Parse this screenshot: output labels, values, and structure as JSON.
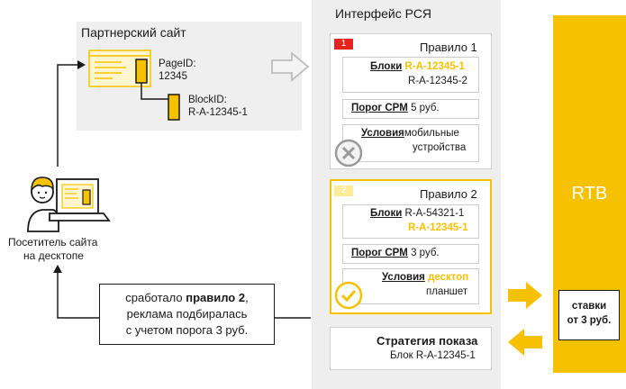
{
  "partner": {
    "title": "Партнерский сайт",
    "page_id_label": "PageID:",
    "page_id_value": "12345",
    "block_id_label": "BlockID:",
    "block_id_value": "R-A-12345-1"
  },
  "visitor": {
    "line1": "Посетитель сайта",
    "line2": "на десктопе"
  },
  "message": {
    "line1_pre": "сработало ",
    "line1_bold": "правило 2",
    "line1_post": ",",
    "line2": "реклама подбиралась",
    "line3": "с учетом порога 3 руб."
  },
  "rsya": {
    "title": "Интерфейс РСЯ",
    "rule1": {
      "badge": "1",
      "title": "Правило 1",
      "blocks_label": "Блоки",
      "block_a": "R-A-12345-1",
      "block_b": "R-A-12345-2",
      "cpm_label": "Порог CPM",
      "cpm_value": "5 руб.",
      "cond_label": "Условия",
      "cond_value1": "мобильные",
      "cond_value2": "устройства"
    },
    "rule2": {
      "badge": "2",
      "title": "Правило 2",
      "blocks_label": "Блоки",
      "block_a": "R-A-54321-1",
      "block_b": "R-A-12345-1",
      "cpm_label": "Порог CPM",
      "cpm_value": "3 руб.",
      "cond_label": "Условия",
      "cond_value1": "десктоп",
      "cond_value2": "планшет"
    },
    "strategy": {
      "title": "Стратегия показа",
      "value": "Блок R-A-12345-1"
    }
  },
  "rtb": {
    "title": "RTB",
    "bids_line1": "ставки",
    "bids_line2": "от 3 руб."
  },
  "colors": {
    "yellow": "#f6c200",
    "grey_panel": "#eeeeee",
    "red_badge": "#e52420",
    "dark": "#1a1a1a"
  }
}
